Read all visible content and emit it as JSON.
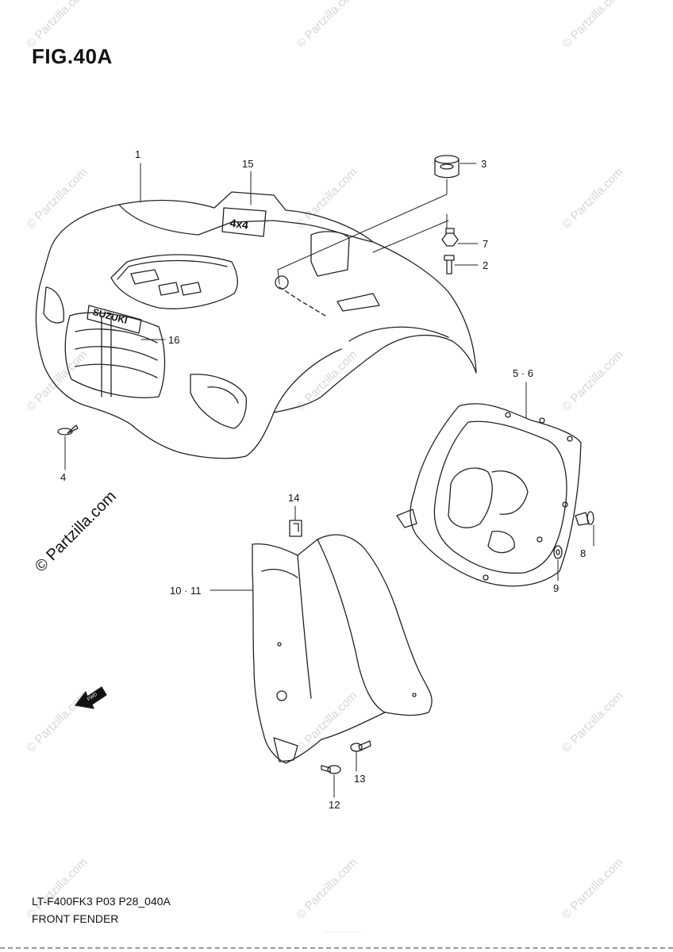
{
  "figure": {
    "title": "FIG.40A"
  },
  "watermark": {
    "text": "© Partzilla.com"
  },
  "callouts": [
    {
      "id": "1",
      "label": "1"
    },
    {
      "id": "15",
      "label": "15"
    },
    {
      "id": "3",
      "label": "3"
    },
    {
      "id": "7",
      "label": "7"
    },
    {
      "id": "2",
      "label": "2"
    },
    {
      "id": "16",
      "label": "16"
    },
    {
      "id": "4",
      "label": "4"
    },
    {
      "id": "5-6",
      "label": "5 · 6"
    },
    {
      "id": "14",
      "label": "14"
    },
    {
      "id": "8",
      "label": "8"
    },
    {
      "id": "9",
      "label": "9"
    },
    {
      "id": "10-11",
      "label": "10 · 11"
    },
    {
      "id": "13",
      "label": "13"
    },
    {
      "id": "12",
      "label": "12"
    }
  ],
  "footer": {
    "model_code": "LT-F400FK3 P03 P28_040A",
    "section_name": "FRONT FENDER"
  },
  "parts_text": {
    "emblem": "SUZUKI",
    "badge": "4x4",
    "fwd_arrow": "FWD"
  }
}
